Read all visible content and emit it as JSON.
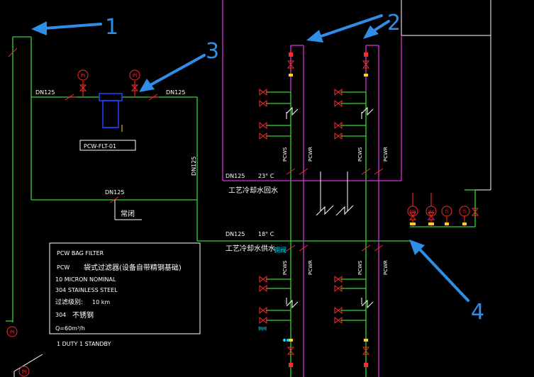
{
  "colors": {
    "background": "#000000",
    "supply_line": "#35d435",
    "return_line": "#d633d6",
    "annotation_arrow": "#2f8fe8",
    "valve": "#ff2a2a",
    "instrument": "#ff2a2a",
    "text_white": "#ffffff",
    "cyan": "#00e5ff",
    "yellow": "#ffd11a",
    "blue": "#2244ff"
  },
  "callouts": {
    "c1": "1",
    "c2": "2",
    "c3": "3",
    "c4": "4"
  },
  "pipe_labels": {
    "dn125_top_left": "DN125",
    "dn125_top_right": "DN125",
    "dn125_vertical": "DN125",
    "dn125_bypass": "DN125",
    "dn125_return": "DN125",
    "dn125_supply": "DN125",
    "temp_return": "23° C",
    "temp_supply": "18° C",
    "return_name": "工艺冷却水回水",
    "supply_name": "工艺冷却水供水",
    "normally_closed": "常闭",
    "steel_valve": "铜阀",
    "pcws": "PCWS",
    "pcwr": "PCWR",
    "tag_cyan": "铜阀"
  },
  "instruments": {
    "pi": "PI",
    "ti": "TI",
    "wi": "WI",
    "fm": "FM"
  },
  "filter_tag": "PCW-FLT-01",
  "spec_box": {
    "line1": "PCW BAG FILTER",
    "line2_code": "PCW",
    "line2_text": "袋式过滤器(设备自带精钢基础)",
    "line3": "10 MICRON NOMINAL",
    "line4": "304 STAINLESS STEEL",
    "line5_label": "过滤级别:",
    "line5_value": "10 km",
    "line6_code": "304",
    "line6_text": "不锈钢",
    "line7": "Q=60m³/h"
  },
  "duty_note": "1 DUTY 1 STANDBY"
}
